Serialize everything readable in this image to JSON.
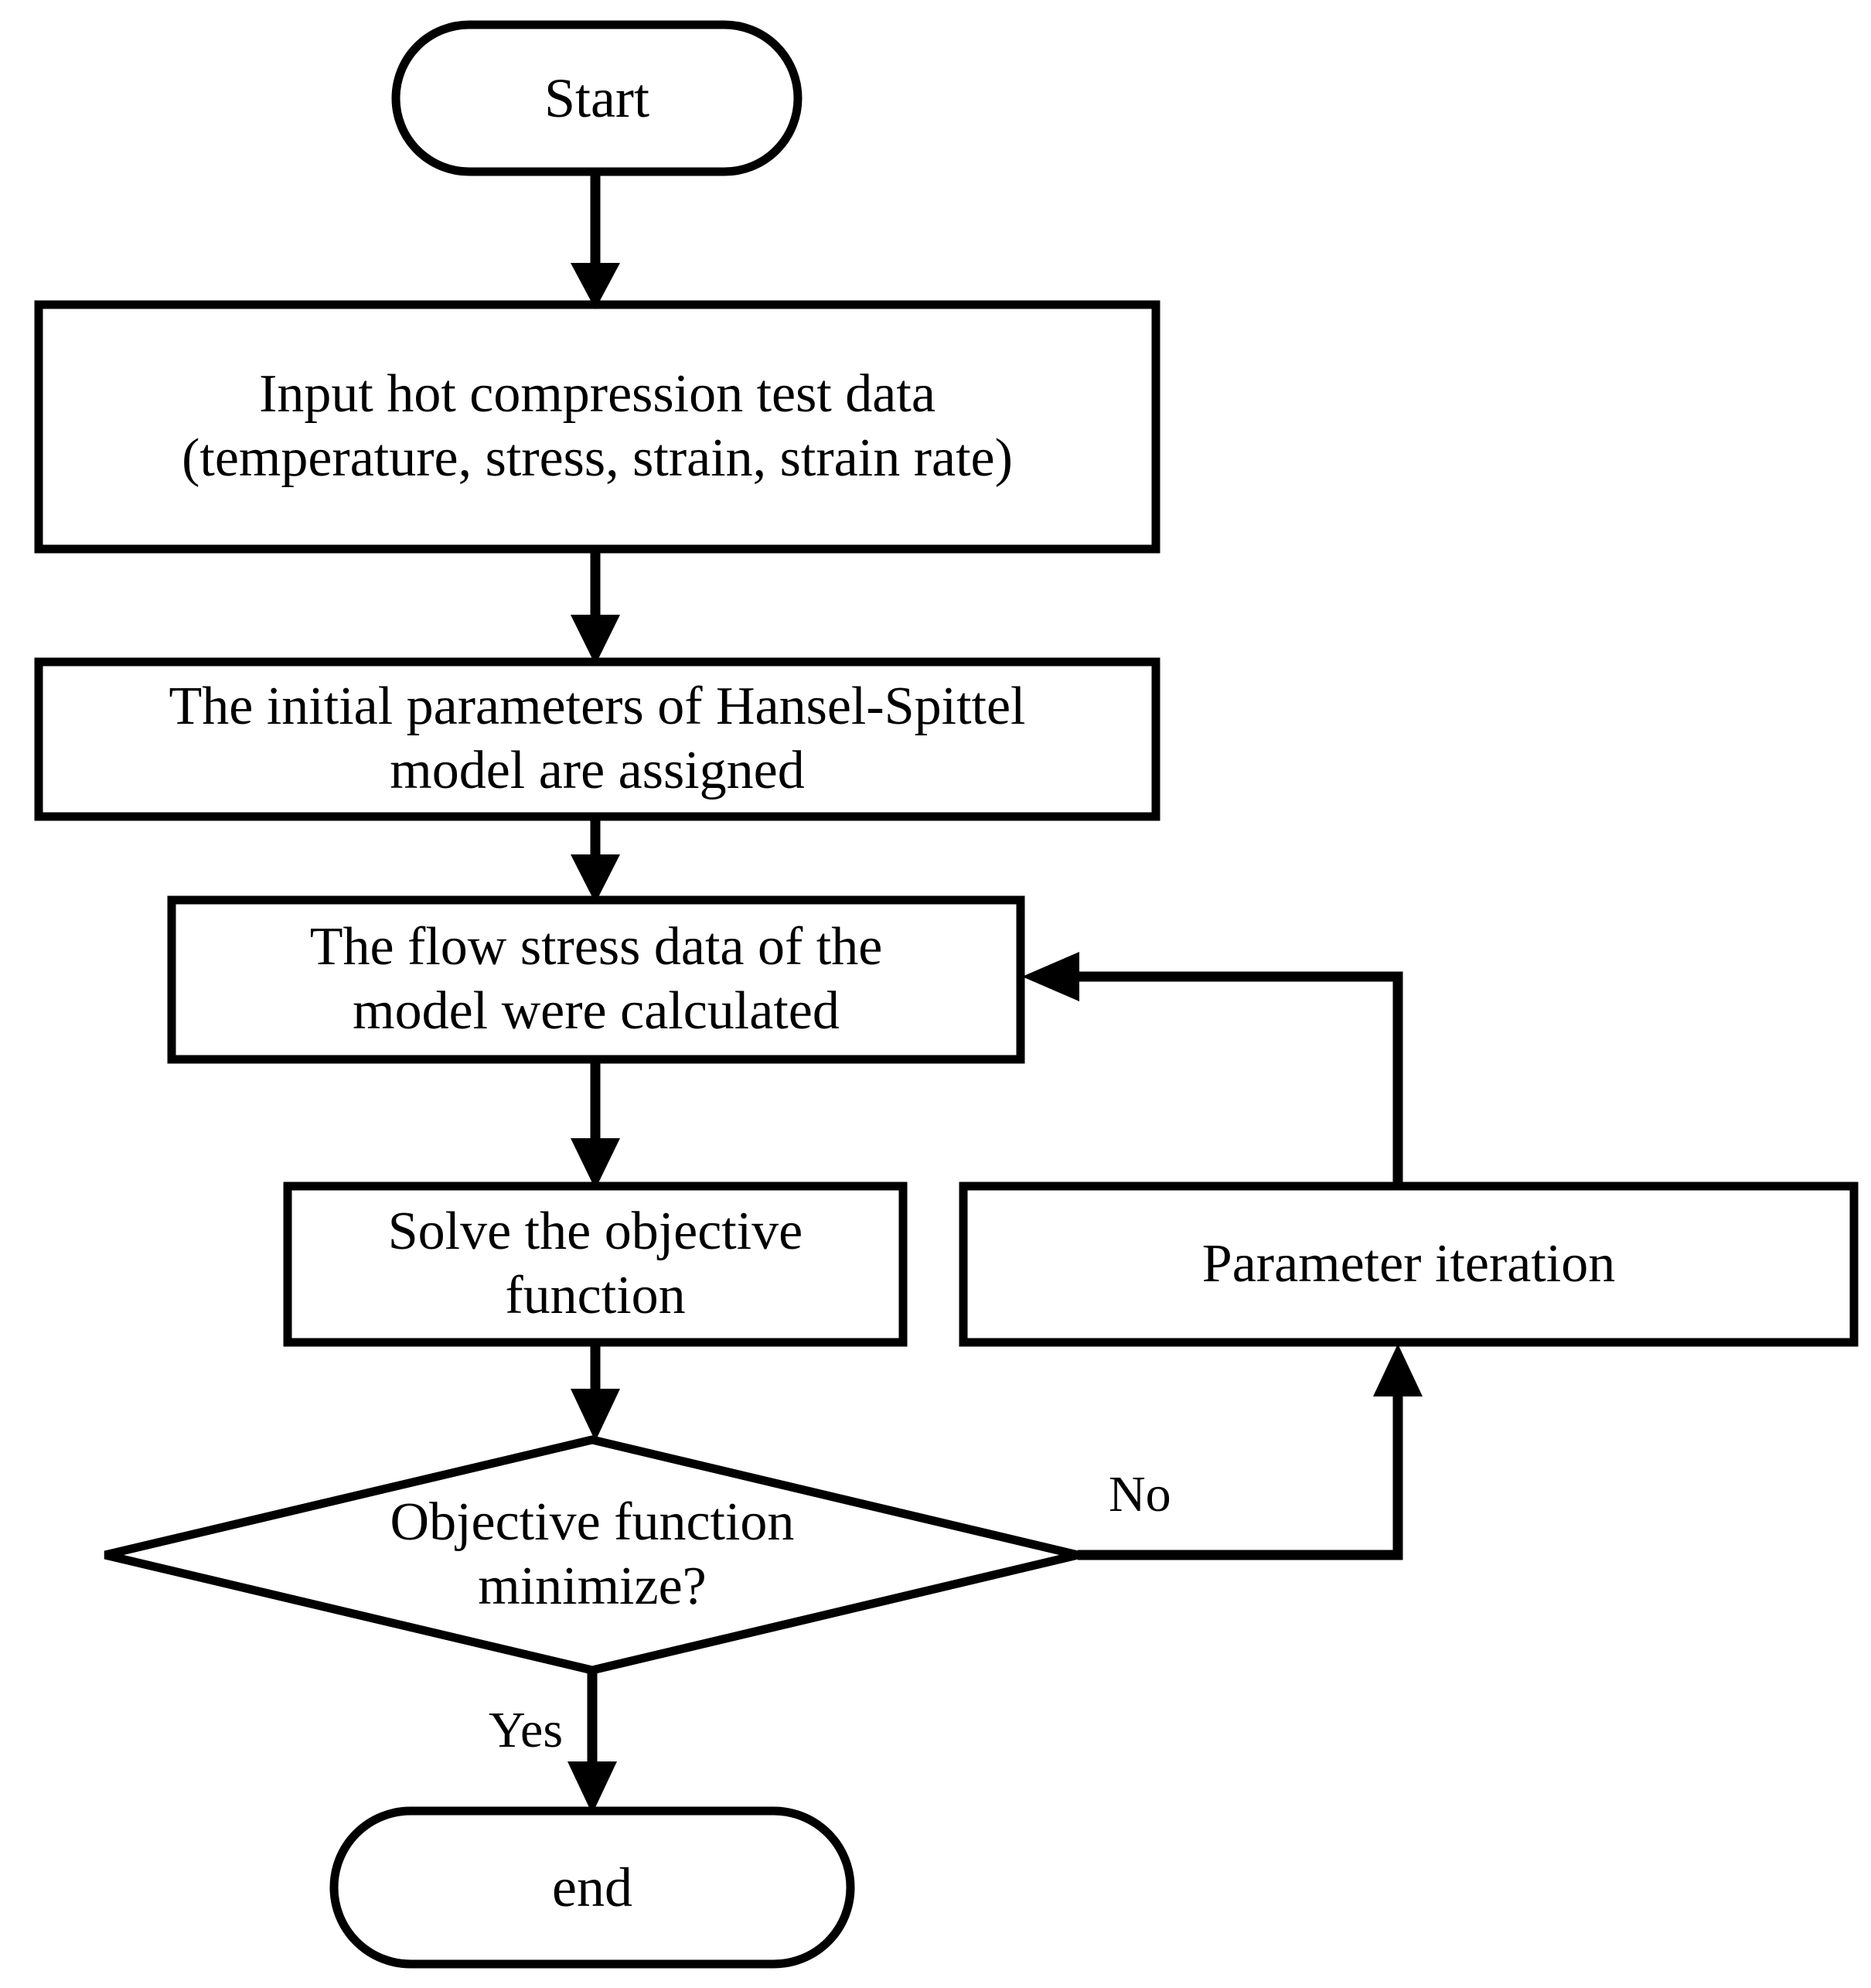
{
  "diagram": {
    "title": "Hansel-Spittel parameter identification flowchart",
    "stroke_color": "#000000",
    "fill_color": "#ffffff",
    "background_color": "#ffffff"
  },
  "nodes": {
    "start": {
      "label": "Start",
      "shape": "terminator"
    },
    "input_data": {
      "label": "Input hot compression test data\n(temperature, stress, strain, strain rate)",
      "shape": "process"
    },
    "initial_parameters": {
      "label": "The initial parameters of Hansel-Spittel\nmodel are assigned",
      "shape": "process"
    },
    "flow_stress": {
      "label": "The flow stress data of the\nmodel were calculated",
      "shape": "process"
    },
    "solve_objective": {
      "label": "Solve the objective\nfunction",
      "shape": "process"
    },
    "parameter_iteration": {
      "label": "Parameter iteration",
      "shape": "process"
    },
    "decision": {
      "label": "Objective function\nminimize?",
      "shape": "decision"
    },
    "end": {
      "label": "end",
      "shape": "terminator"
    }
  },
  "edge_labels": {
    "no": "No",
    "yes": "Yes"
  }
}
